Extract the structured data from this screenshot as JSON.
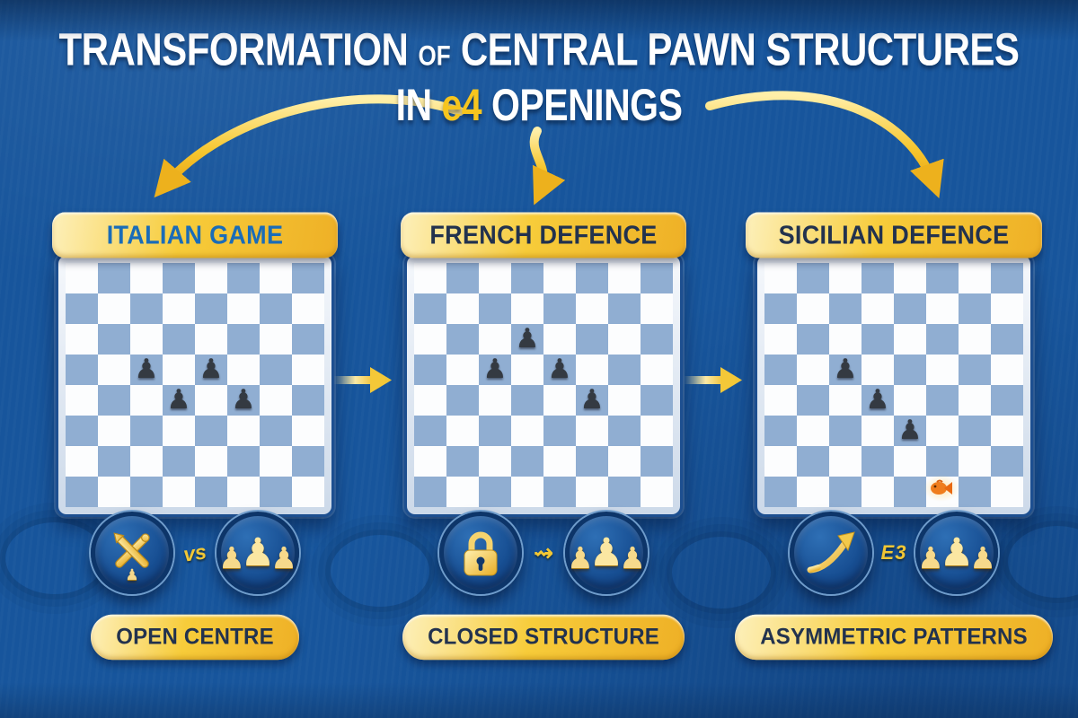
{
  "title": {
    "part1": "TRANSFORMATION",
    "connector_word": "of",
    "part2": "CENTRAL PAWN STRUCTURES",
    "line2_in": "IN",
    "line2_move": "e4",
    "line2_rest": "OPENINGS"
  },
  "glyphs": {
    "pawn": "♟"
  },
  "colors": {
    "background": "#17559c",
    "gold": "#f6c62e",
    "navy_text": "#22324e",
    "italian_title_blue": "#1a6cb8",
    "board_light_square": "#fcfdfe",
    "board_dark_square": "#90aed2",
    "black_pawn": "#343a42",
    "e4_yellow": "#f6c51e",
    "fish_orange": "#ef7d1e"
  },
  "cards": [
    {
      "title": "ITALIAN GAME",
      "title_color": "#1a6cb8",
      "caption": "OPEN CENTRE",
      "left_icon": "crossed-swords-icon",
      "right_icon": "three-pawns-icon",
      "connector": "vs",
      "board": {
        "rows": 8,
        "cols": 8,
        "pawns": [
          {
            "row": 3,
            "col": 2
          },
          {
            "row": 3,
            "col": 4
          },
          {
            "row": 4,
            "col": 3
          },
          {
            "row": 4,
            "col": 5
          }
        ]
      }
    },
    {
      "title": "FRENCH DEFENCE",
      "title_color": "#22324e",
      "caption": "CLOSED STRUCTURE",
      "left_icon": "padlock-icon",
      "right_icon": "three-pawns-icon",
      "connector": "⇝",
      "board": {
        "rows": 8,
        "cols": 8,
        "pawns": [
          {
            "row": 2,
            "col": 3
          },
          {
            "row": 3,
            "col": 2
          },
          {
            "row": 3,
            "col": 4
          },
          {
            "row": 4,
            "col": 5
          }
        ]
      }
    },
    {
      "title": "SICILIAN DEFENCE",
      "title_color": "#22324e",
      "caption": "ASYMMETRIC PATTERNS",
      "left_icon": "rising-arrow-icon",
      "right_icon": "three-pawns-icon",
      "connector": "E3",
      "board": {
        "rows": 8,
        "cols": 8,
        "pawns": [
          {
            "row": 3,
            "col": 2
          },
          {
            "row": 4,
            "col": 3
          },
          {
            "row": 5,
            "col": 4
          }
        ],
        "extras": [
          {
            "type": "goldfish",
            "row": 7,
            "col": 5
          }
        ]
      }
    }
  ]
}
